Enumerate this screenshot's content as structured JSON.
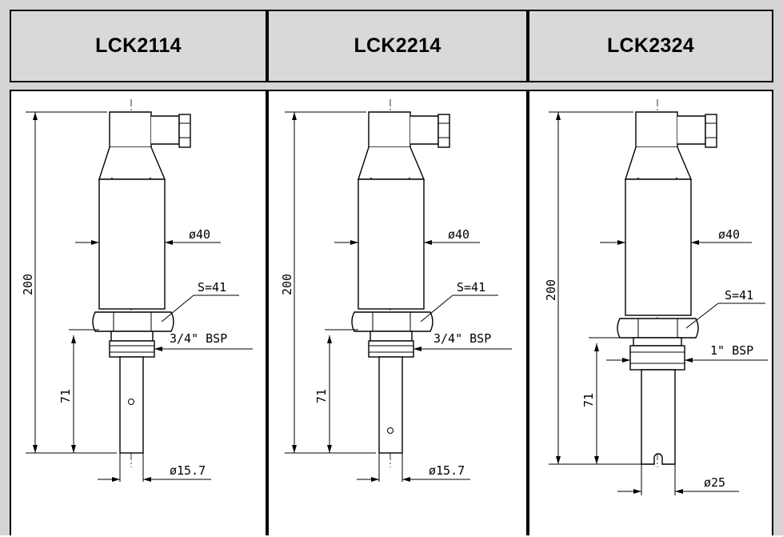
{
  "columns": [
    {
      "model": "LCK2114",
      "dim_height_total": "200",
      "dim_insertion": "71",
      "dim_housing_dia": "ø40",
      "dim_hex": "S=41",
      "dim_thread": "3/4\" BSP",
      "dim_probe_dia": "ø15.7"
    },
    {
      "model": "LCK2214",
      "dim_height_total": "200",
      "dim_insertion": "71",
      "dim_housing_dia": "ø40",
      "dim_hex": "S=41",
      "dim_thread": "3/4\" BSP",
      "dim_probe_dia": "ø15.7"
    },
    {
      "model": "LCK2324",
      "dim_height_total": "200",
      "dim_insertion": "71",
      "dim_housing_dia": "ø40",
      "dim_hex": "S=41",
      "dim_thread": "1\" BSP",
      "dim_probe_dia": "ø25"
    }
  ]
}
